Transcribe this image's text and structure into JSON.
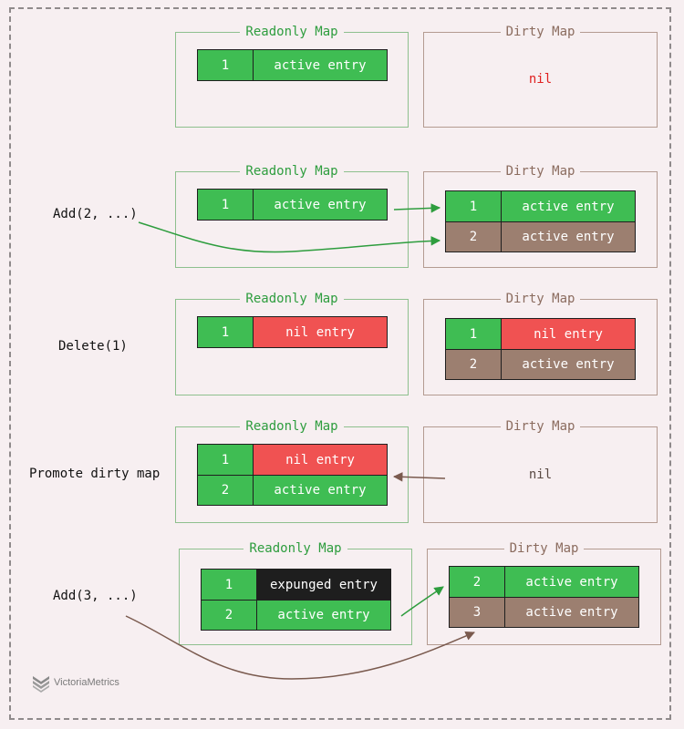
{
  "labels": {
    "readonly": "Readonly Map",
    "dirty": "Dirty Map"
  },
  "colors": {
    "active": "#3fbd53",
    "nil": "#f05252",
    "new": "#9c7f70",
    "expunged": "#1e1e1e"
  },
  "steps": [
    {
      "op": "",
      "readonly": [
        {
          "key": "1",
          "value": "active entry",
          "color": "active"
        }
      ],
      "dirty": [],
      "dirty_nil": "nil"
    },
    {
      "op": "Add(2, ...)",
      "readonly": [
        {
          "key": "1",
          "value": "active entry",
          "color": "active"
        }
      ],
      "dirty": [
        {
          "key": "1",
          "value": "active entry",
          "color": "active"
        },
        {
          "key": "2",
          "value": "active entry",
          "color": "new"
        }
      ]
    },
    {
      "op": "Delete(1)",
      "readonly": [
        {
          "key": "1",
          "value": "nil entry",
          "color": "nil"
        }
      ],
      "dirty": [
        {
          "key": "1",
          "value": "nil entry",
          "color": "nil"
        },
        {
          "key": "2",
          "value": "active entry",
          "color": "new"
        }
      ]
    },
    {
      "op": "Promote dirty map",
      "readonly": [
        {
          "key": "1",
          "value": "nil entry",
          "color": "nil"
        },
        {
          "key": "2",
          "value": "active entry",
          "color": "active"
        }
      ],
      "dirty": [],
      "dirty_nil": "nil"
    },
    {
      "op": "Add(3, ...)",
      "readonly": [
        {
          "key": "1",
          "value": "expunged entry",
          "color": "expunged"
        },
        {
          "key": "2",
          "value": "active entry",
          "color": "active"
        }
      ],
      "dirty": [
        {
          "key": "2",
          "value": "active entry",
          "color": "active"
        },
        {
          "key": "3",
          "value": "active entry",
          "color": "new"
        }
      ]
    }
  ],
  "logo": {
    "text": "VictoriaMetrics",
    "icon": "victoriametrics-logo-icon"
  }
}
